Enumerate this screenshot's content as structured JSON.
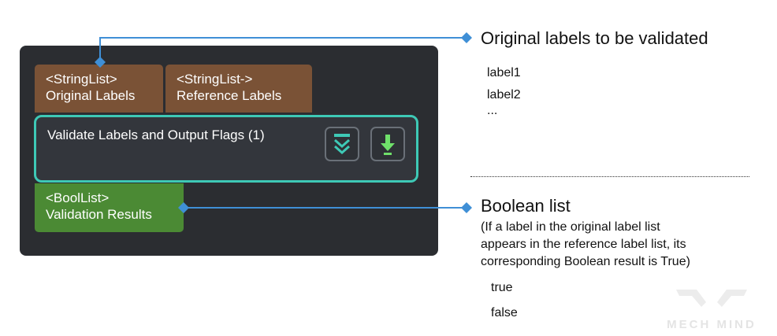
{
  "step": {
    "title": "Validate Labels and Output Flags (1)",
    "inputs": [
      {
        "type": "<StringList>",
        "name": "Original Labels"
      },
      {
        "type": "<StringList->",
        "name": "Reference Labels"
      }
    ],
    "output": {
      "type": "<BoolList>",
      "name": "Validation Results"
    }
  },
  "annotations": {
    "input": {
      "title": "Original labels to be validated",
      "examples": [
        "label1",
        "label2",
        "..."
      ]
    },
    "output": {
      "title": "Boolean list",
      "description_lines": [
        "(If a label in the original label list",
        "appears in the reference label list, its",
        "corresponding Boolean result is True)"
      ],
      "examples": [
        "true",
        "false"
      ]
    }
  },
  "watermark": "MECH MIND",
  "colors": {
    "panel": "#2b2d31",
    "input_port": "#7a5236",
    "output_port": "#4b8a34",
    "step_border": "#3ec9b6",
    "connector": "#3f8fd6",
    "download_icon": "#6fe06a"
  },
  "icons": [
    "collapse-chevron-icon",
    "download-arrow-icon",
    "diamond-marker-icon"
  ]
}
